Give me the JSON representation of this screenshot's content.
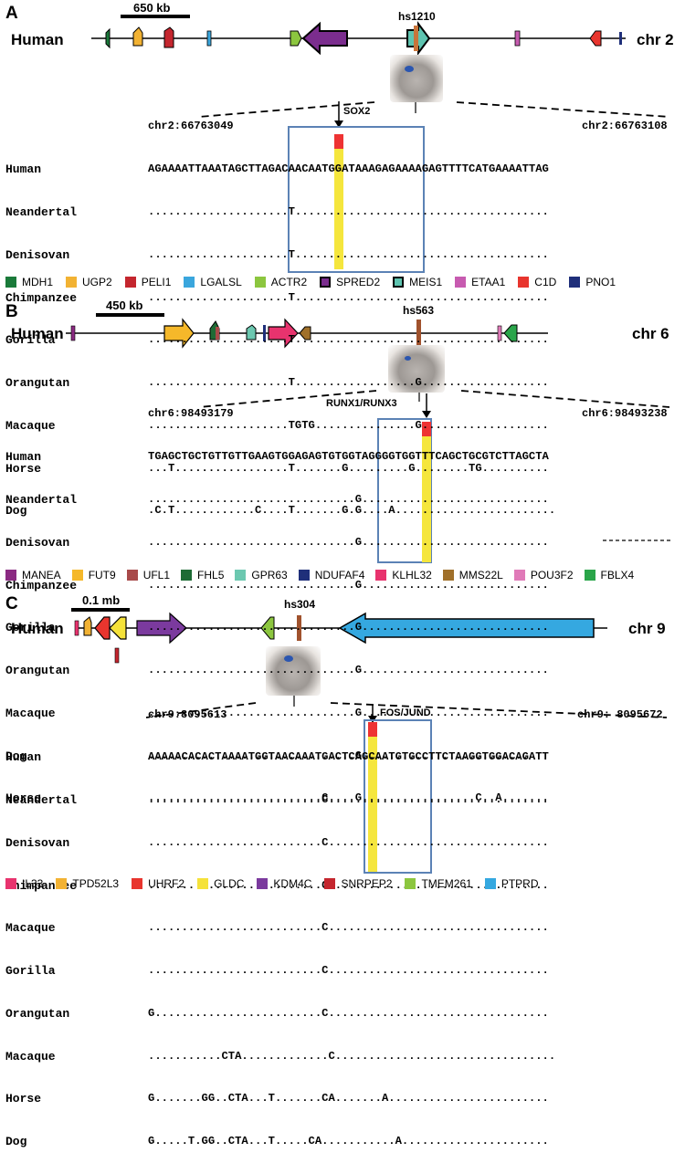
{
  "panels": [
    {
      "letter": "A",
      "human": "Human",
      "chr": "chr 2",
      "scale": "650 kb",
      "element": "hs1210",
      "tf": "SOX2",
      "coord_left": "chr2:66763049",
      "coord_right": "chr2:66763108",
      "species": [
        "Human",
        "Neandertal",
        "Denisovan",
        "Chimpanzee",
        "Gorilla",
        "Orangutan",
        "Macaque",
        "Horse",
        "Dog"
      ],
      "sequences": [
        "AGAAAATTAAATAGCTTAGACAACAATGGATAAAGAGAAAAGAGTTTTCATGAAAATTAG",
        ".....................T......................................",
        ".....................T......................................",
        ".....................T......................................",
        ".....................T......................................",
        ".....................T..................G...................",
        ".....................TGTG...............G...................",
        "...T.................T.......G.........G........TG..........",
        ".C.T............C....T.......G.G....A........................"
      ],
      "legend": [
        {
          "name": "MDH1",
          "color": "#1a7a3a"
        },
        {
          "name": "UGP2",
          "color": "#f2b233"
        },
        {
          "name": "PELI1",
          "color": "#c4262e"
        },
        {
          "name": "LGALSL",
          "color": "#3aa6dd"
        },
        {
          "name": "ACTR2",
          "color": "#8cc63f"
        },
        {
          "name": "SPRED2",
          "color": "#7b2d8e"
        },
        {
          "name": "MEIS1",
          "color": "#5ec4b0"
        },
        {
          "name": "ETAA1",
          "color": "#c75bb0"
        },
        {
          "name": "C1D",
          "color": "#e8352e"
        },
        {
          "name": "PNO1",
          "color": "#1f2f7a"
        }
      ]
    },
    {
      "letter": "B",
      "human": "Human",
      "chr": "chr 6",
      "scale": "450 kb",
      "element": "hs563",
      "tf": "RUNX1/RUNX3",
      "coord_left": "chr6:98493179",
      "coord_right": "chr6:98493238",
      "species": [
        "Human",
        "Neandertal",
        "Denisovan",
        "Chimpanzee",
        "Gorilla",
        "Orangutan",
        "Macaque",
        "Dog",
        "Horse"
      ],
      "sequences": [
        "TGAGCTGCTGTTGTTGAAGTGGAGAGTGTGGTAGGGGTGGTTTCAGCTGCGTCTTAGCTA",
        "...............................G............................",
        "...............................G............................",
        "...............................G............................",
        "...............................G............................",
        "...............................G............................",
        "...............................G............................",
        "...............................G.........................",
        "..........................C....G.................C..A......."
      ],
      "legend": [
        {
          "name": "MANEA",
          "color": "#8b2a82"
        },
        {
          "name": "FUT9",
          "color": "#f5b82a"
        },
        {
          "name": "UFL1",
          "color": "#a84a4a"
        },
        {
          "name": "FHL5",
          "color": "#1e6b35"
        },
        {
          "name": "GPR63",
          "color": "#6cc8b0"
        },
        {
          "name": "NDUFAF4",
          "color": "#1f2f7a"
        },
        {
          "name": "KLHL32",
          "color": "#e8336e"
        },
        {
          "name": "MMS22L",
          "color": "#a0702a"
        },
        {
          "name": "POU3F2",
          "color": "#e07ab8"
        },
        {
          "name": "FBLX4",
          "color": "#2aa54a"
        }
      ]
    },
    {
      "letter": "C",
      "human": "Human",
      "chr": "chr 9",
      "scale": "0.1 mb",
      "element": "hs304",
      "tf": "FOS/JUND",
      "coord_left": "chr9:8095613",
      "coord_right": "chr9: 8095672",
      "species": [
        "Human",
        "Neandertal",
        "Denisovan",
        "Chimpanzee",
        "Macaque",
        "Gorilla",
        "Orangutan",
        "Macaque",
        "Horse",
        "Dog"
      ],
      "sequences": [
        "AAAAACACACTAAAATGGTAACAAATGACTCAGCAATGTGCCTTCTAAGGTGGACAGATT",
        "..........................C.................................",
        "..........................C.................................",
        "..........................C.................................",
        "..........................C.................................",
        "..........................C.................................",
        "G.........................C.................................",
        "...........CTA.............C.................................",
        "G.......GG..CTA...T.......CA.......A........................",
        "G.....T.GG..CTA...T.....CA...........A......................"
      ],
      "legend": [
        {
          "name": "IL33",
          "color": "#e8336e"
        },
        {
          "name": "TPD52L3",
          "color": "#f2b233"
        },
        {
          "name": "UHRF2",
          "color": "#e8352e"
        },
        {
          "name": "GLDC",
          "color": "#f5e23a"
        },
        {
          "name": "KDM4C",
          "color": "#7b3a9e"
        },
        {
          "name": "SNRPEP2",
          "color": "#c4262e"
        },
        {
          "name": "TMEM261",
          "color": "#8cc63f"
        },
        {
          "name": "PTPRD",
          "color": "#35a8e0"
        }
      ]
    }
  ]
}
